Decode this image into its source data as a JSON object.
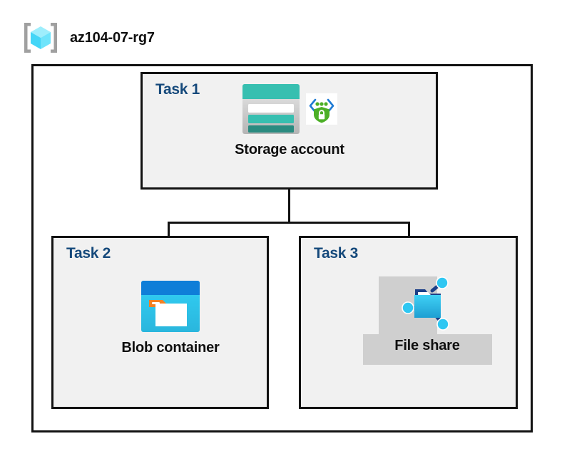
{
  "header": {
    "icon": "resource-group-icon",
    "title": "az104-07-rg7"
  },
  "diagram": {
    "container_name": "resource-group-boundary",
    "panels": [
      {
        "id": "task1",
        "label": "Task 1",
        "node": {
          "caption": "Storage account",
          "icons": [
            "storage-account-icon",
            "private-endpoint-icon"
          ],
          "highlighted": false
        }
      },
      {
        "id": "task2",
        "label": "Task 2",
        "node": {
          "caption": "Blob container",
          "icons": [
            "blob-container-icon"
          ],
          "highlighted": false
        }
      },
      {
        "id": "task3",
        "label": "Task 3",
        "node": {
          "caption": "File share",
          "icons": [
            "file-share-icon"
          ],
          "highlighted": true
        }
      }
    ],
    "connections": [
      {
        "from": "Storage account",
        "to": "Blob container"
      },
      {
        "from": "Storage account",
        "to": "File share"
      }
    ]
  },
  "colors": {
    "panel_fill": "#f1f1f1",
    "stroke": "#121212",
    "task_label": "#15497b",
    "caption": "#0f0f0f",
    "highlight": "#cfcfcf",
    "storage_teal": "#37bfb0",
    "storage_teal_dark": "#2a8b80",
    "blob_blue": "#0f7ed8",
    "blob_cyan": "#32c8f0",
    "blob_orange": "#f28022",
    "share_cyan": "#2fc7f2",
    "share_navy": "#1b3f87",
    "shield_green": "#4caf27",
    "bracket_gray": "#a0a0a0",
    "cube_cyan": "#5fe0fa"
  }
}
